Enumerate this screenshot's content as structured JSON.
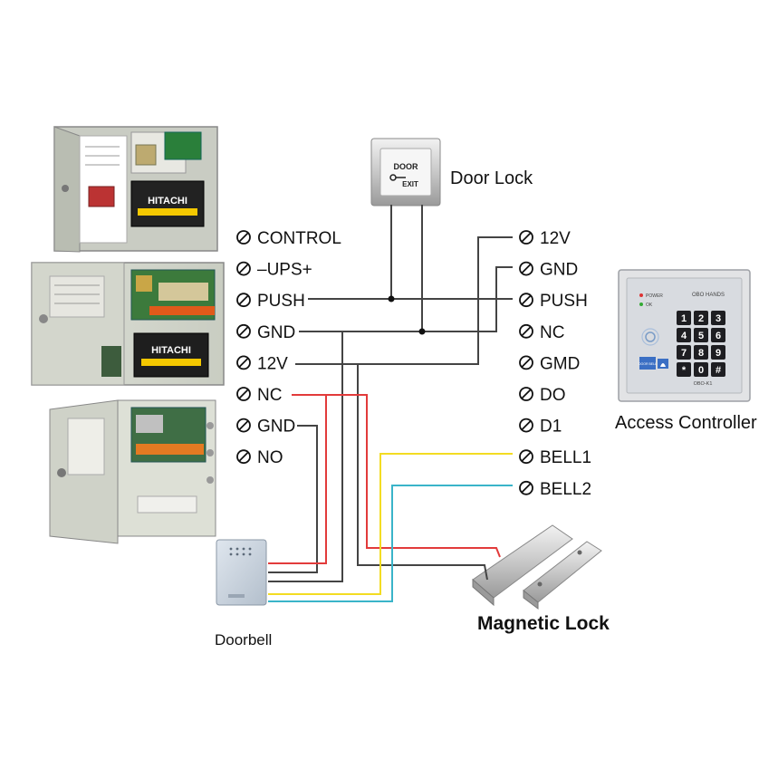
{
  "psu_terminals": [
    {
      "label": "CONTROL"
    },
    {
      "label": "–UPS+"
    },
    {
      "label": "PUSH"
    },
    {
      "label": "GND"
    },
    {
      "label": "12V"
    },
    {
      "label": "NC"
    },
    {
      "label": "GND"
    },
    {
      "label": "NO"
    }
  ],
  "controller_terminals": [
    {
      "label": "12V"
    },
    {
      "label": "GND"
    },
    {
      "label": "PUSH"
    },
    {
      "label": "NC"
    },
    {
      "label": "GMD"
    },
    {
      "label": "DO"
    },
    {
      "label": "D1"
    },
    {
      "label": "BELL1"
    },
    {
      "label": "BELL2"
    }
  ],
  "components": {
    "door_lock": "Door Lock",
    "access_controller": "Access Controller",
    "doorbell": "Doorbell",
    "magnetic_lock": "Magnetic Lock"
  },
  "exit_button": {
    "line1": "DOOR",
    "line2": "EXIT"
  },
  "battery_brand": "HITACHI",
  "keypad": {
    "keys": [
      "1",
      "2",
      "3",
      "4",
      "5",
      "6",
      "7",
      "8",
      "9",
      "*",
      "0",
      "#"
    ],
    "brand": "OBO HANDS",
    "model": "OBO-K1",
    "power_led": "POWER",
    "ok_led": "OK",
    "bell_label": "DOOR BELL"
  },
  "wire_colors": {
    "black": "#444444",
    "red": "#e23b3b",
    "yellow": "#f3dc22",
    "cyan": "#3ab4c9"
  }
}
